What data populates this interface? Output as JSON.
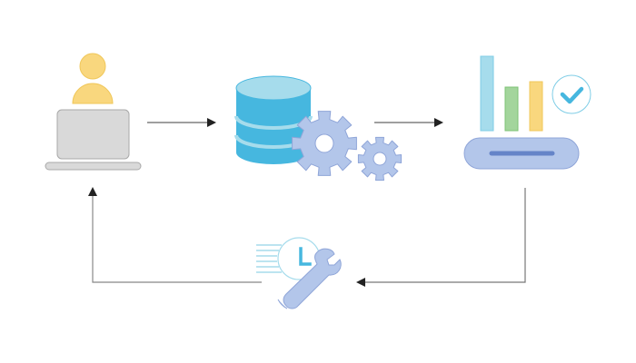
{
  "diagram": {
    "type": "cycle-workflow",
    "nodes": [
      {
        "id": "user-workstation",
        "icon": "user-laptop-icon"
      },
      {
        "id": "database-processing",
        "icon": "database-gears-icon"
      },
      {
        "id": "analytics-verified",
        "icon": "bar-chart-check-icon"
      },
      {
        "id": "fast-maintenance",
        "icon": "clock-wrench-icon"
      }
    ],
    "edges": [
      {
        "from": "user-workstation",
        "to": "database-processing"
      },
      {
        "from": "database-processing",
        "to": "analytics-verified"
      },
      {
        "from": "analytics-verified",
        "to": "fast-maintenance"
      },
      {
        "from": "fast-maintenance",
        "to": "user-workstation"
      }
    ]
  },
  "colors": {
    "user_fill": "#f9d77e",
    "user_stroke": "#f0c75a",
    "laptop_fill": "#d9d9d9",
    "laptop_stroke": "#a9a9a9",
    "db_top": "#a6dcec",
    "db_body": "#46b7df",
    "db_band": "#a6dcec",
    "gear_fill": "#b3c6ea",
    "gear_stroke": "#8fa5d8",
    "bar_blue": "#a6dcec",
    "bar_green": "#a3d59c",
    "bar_yellow": "#f9d77e",
    "check": "#46b7df",
    "tray_fill": "#b3c6ea",
    "tray_line": "#6584c8",
    "clock_ring": "#a6dcec",
    "arrow": "#333333",
    "arrow_line": "#888888"
  }
}
